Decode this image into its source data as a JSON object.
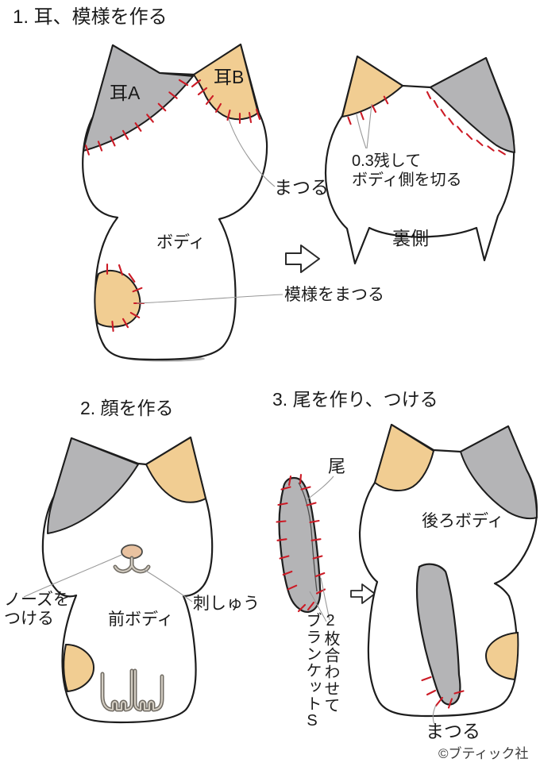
{
  "step1": {
    "title": "1. 耳、模様を作る",
    "ear_a_label": "耳A",
    "ear_b_label": "耳B",
    "body_label": "ボディ",
    "matsuru_label": "まつる",
    "pattern_matsuru_label": "模様をまつる",
    "cut_note_line1": "0.3残して",
    "cut_note_line2": "ボディ側を切る",
    "back_side_label": "裏側"
  },
  "step2": {
    "title": "2. 顔を作る",
    "nose_line1": "ノーズを",
    "nose_line2": "つける",
    "front_body_label": "前ボディ",
    "embroidery_label": "刺しゅう"
  },
  "step3": {
    "title": "3. 尾を作り、つける",
    "tail_label": "尾",
    "back_body_label": "後ろボディ",
    "blanket_line1": "2枚合わせて",
    "blanket_line2": "ブランケットS",
    "matsuru_label": "まつる"
  },
  "footer": {
    "copyright": "©ブティック社"
  },
  "colors": {
    "gray": "#b4b4b6",
    "tan": "#f1cd92",
    "red": "#cc1b26",
    "outline": "#1d1d1d",
    "leader": "#999999",
    "nose": "#e9c2a0",
    "stitchtube": "#716c64",
    "stitchtube-in": "#d3cdc2",
    "shadow": "#9a9a9a"
  }
}
